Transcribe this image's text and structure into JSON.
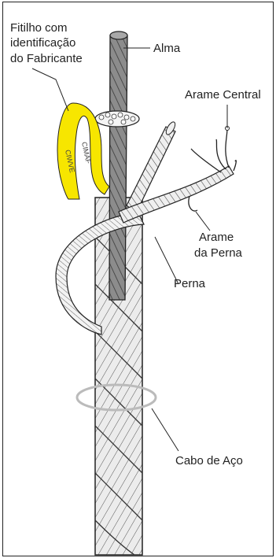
{
  "labels": {
    "fitilho_line1": "Fitilho com",
    "fitilho_line2": "identificação",
    "fitilho_line3": "do Fabricante",
    "alma": "Alma",
    "arame_central": "Arame Central",
    "arame_perna_line1": "Arame",
    "arame_perna_line2": "da Perna",
    "perna": "Perna",
    "cabo_de_aco": "Cabo de Aço"
  },
  "tape_text": {
    "left": "CIWVE",
    "right": "CIMAF"
  },
  "colors": {
    "tape": "#f7e600",
    "core": "#8c8c8c",
    "wire": "#e8e8e8",
    "outline": "#222222",
    "ring": "#bbbbbb"
  }
}
